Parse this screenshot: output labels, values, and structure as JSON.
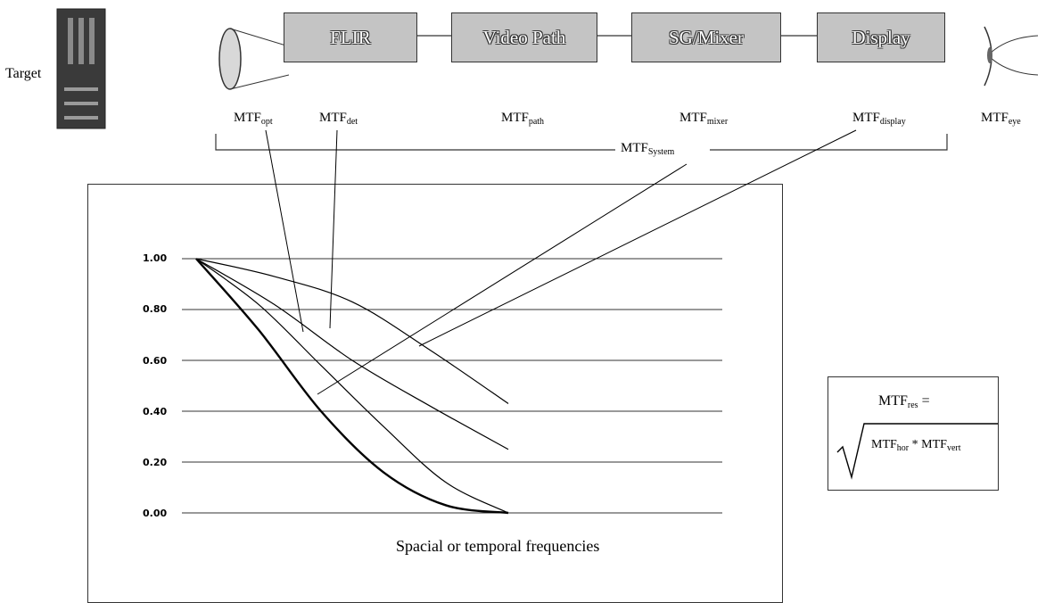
{
  "target_label": "Target",
  "blocks": [
    {
      "label": "FLIR"
    },
    {
      "label": "Video Path"
    },
    {
      "label": "SG/Mixer"
    },
    {
      "label": "Display"
    }
  ],
  "mtf_labels": {
    "opt": {
      "base": "MTF",
      "sub": "opt"
    },
    "det": {
      "base": "MTF",
      "sub": "det"
    },
    "path": {
      "base": "MTF",
      "sub": "path"
    },
    "mixer": {
      "base": "MTF",
      "sub": "mixer"
    },
    "display": {
      "base": "MTF",
      "sub": "display"
    },
    "eye": {
      "base": "MTF",
      "sub": "eye"
    },
    "system": {
      "base": "MTF",
      "sub": "System"
    }
  },
  "formula": {
    "lhs_base": "MTF",
    "lhs_sub": "res",
    "equals": "=",
    "r1_base": "MTF",
    "r1_sub": "hor",
    "times": "*",
    "r2_base": "MTF",
    "r2_sub": "vert"
  },
  "chart_data": {
    "type": "line",
    "xlabel": "Spacial or temporal frequencies",
    "ylabel": "",
    "ylim": [
      0,
      1
    ],
    "yticks": [
      "1.00",
      "0.80",
      "0.60",
      "0.40",
      "0.20",
      "0.00"
    ],
    "series": [
      {
        "values": [
          [
            0,
            1.0
          ],
          [
            0.25,
            0.93
          ],
          [
            0.5,
            0.83
          ],
          [
            0.75,
            0.64
          ],
          [
            1.0,
            0.43
          ]
        ]
      },
      {
        "values": [
          [
            0,
            1.0
          ],
          [
            0.25,
            0.82
          ],
          [
            0.5,
            0.6
          ],
          [
            0.75,
            0.42
          ],
          [
            1.0,
            0.25
          ]
        ]
      },
      {
        "values": [
          [
            0,
            1.0
          ],
          [
            0.2,
            0.82
          ],
          [
            0.4,
            0.58
          ],
          [
            0.6,
            0.34
          ],
          [
            0.8,
            0.12
          ],
          [
            1.0,
            0.0
          ]
        ]
      },
      {
        "values": [
          [
            0,
            1.0
          ],
          [
            0.2,
            0.72
          ],
          [
            0.4,
            0.4
          ],
          [
            0.6,
            0.16
          ],
          [
            0.8,
            0.03
          ],
          [
            1.0,
            0.0
          ]
        ]
      }
    ]
  },
  "colors": {
    "block_fill": "#c4c4c4",
    "line": "#000000"
  }
}
